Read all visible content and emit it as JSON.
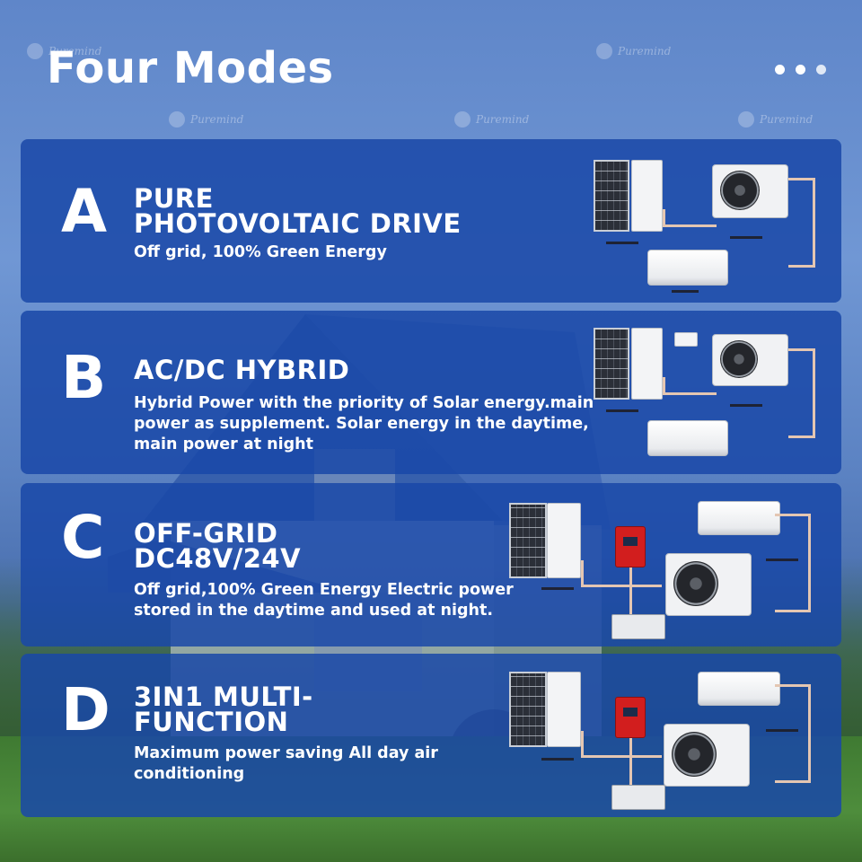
{
  "header": {
    "title": "Four Modes"
  },
  "watermark": {
    "text": "Puremind"
  },
  "modes": [
    {
      "letter": "A",
      "heading_lines": [
        "PURE",
        "PHOTOVOLTAIC DRIVE"
      ],
      "description": "Off grid, 100% Green Energy"
    },
    {
      "letter": "B",
      "heading_lines": [
        "AC/DC HYBRID"
      ],
      "description": "Hybrid Power with the priority of Solar energy.main power as supplement. Solar energy in the daytime, main power at night"
    },
    {
      "letter": "C",
      "heading_lines": [
        "OFF-GRID",
        "DC48V/24V"
      ],
      "description": "Off grid,100% Green Energy Electric power stored in the daytime and used at night."
    },
    {
      "letter": "D",
      "heading_lines": [
        "3IN1 MULTI-",
        "FUNCTION"
      ],
      "description": "Maximum power saving All day air conditioning"
    }
  ],
  "colors": {
    "card_background": "#1a48a8",
    "text": "#ffffff",
    "controller_red": "#d21e1e"
  }
}
